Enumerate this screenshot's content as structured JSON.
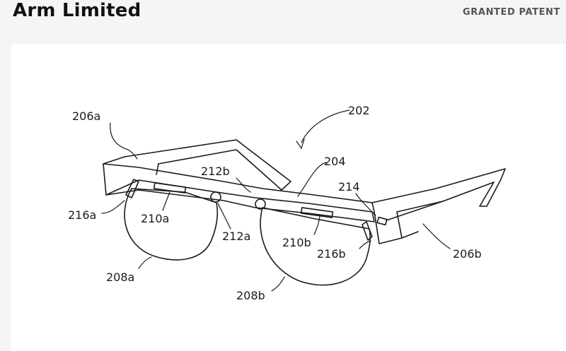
{
  "header": {
    "company": "Arm Limited",
    "badge": "GRANTED PATENT"
  },
  "figure": {
    "labels": {
      "l202": "202",
      "l204": "204",
      "l206a": "206a",
      "l206b": "206b",
      "l208a": "208a",
      "l208b": "208b",
      "l210a": "210a",
      "l210b": "210b",
      "l212a": "212a",
      "l212b": "212b",
      "l214": "214",
      "l216a": "216a",
      "l216b": "216b"
    }
  }
}
